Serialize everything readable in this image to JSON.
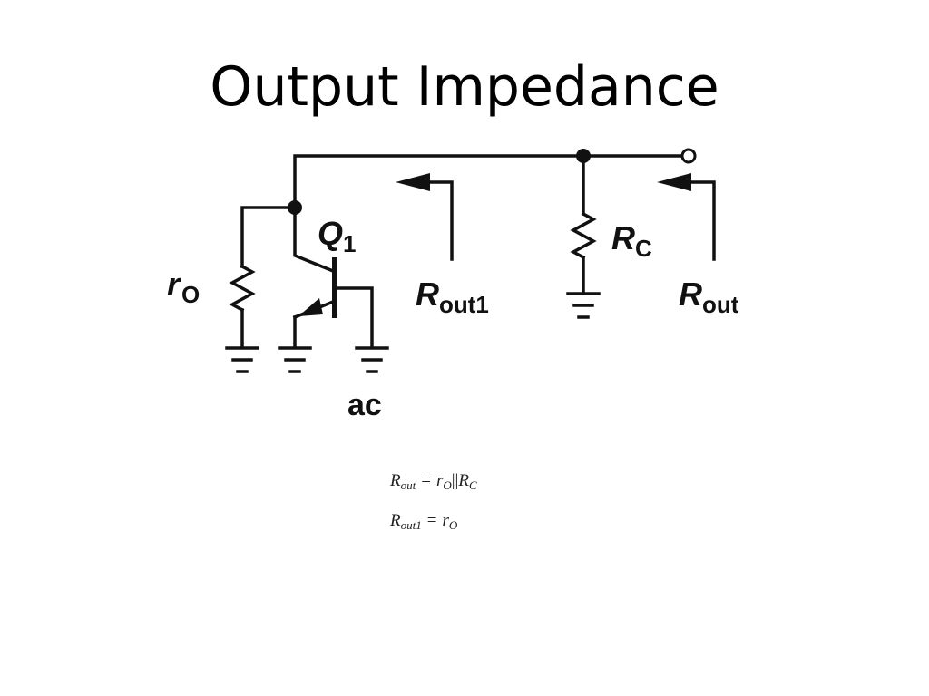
{
  "slide": {
    "title": "Output Impedance"
  },
  "circuit": {
    "transistor_label": {
      "main": "Q",
      "sub": "1"
    },
    "ro_label": {
      "main": "r",
      "sub": "O"
    },
    "rc_label": {
      "main": "R",
      "sub": "C"
    },
    "rout1_label": {
      "main": "R",
      "sub": "out1"
    },
    "rout_label": {
      "main": "R",
      "sub": "out"
    },
    "ac_label": "ac",
    "line_color": "#111111"
  },
  "equations": [
    {
      "lhs_main": "R",
      "lhs_sub": "out",
      "op": "=",
      "rhs": [
        {
          "main": "r",
          "sub": "O"
        },
        {
          "text": "||"
        },
        {
          "main": "R",
          "sub": "C"
        }
      ]
    },
    {
      "lhs_main": "R",
      "lhs_sub": "out1",
      "op": "=",
      "rhs": [
        {
          "main": "r",
          "sub": "O"
        }
      ]
    }
  ]
}
